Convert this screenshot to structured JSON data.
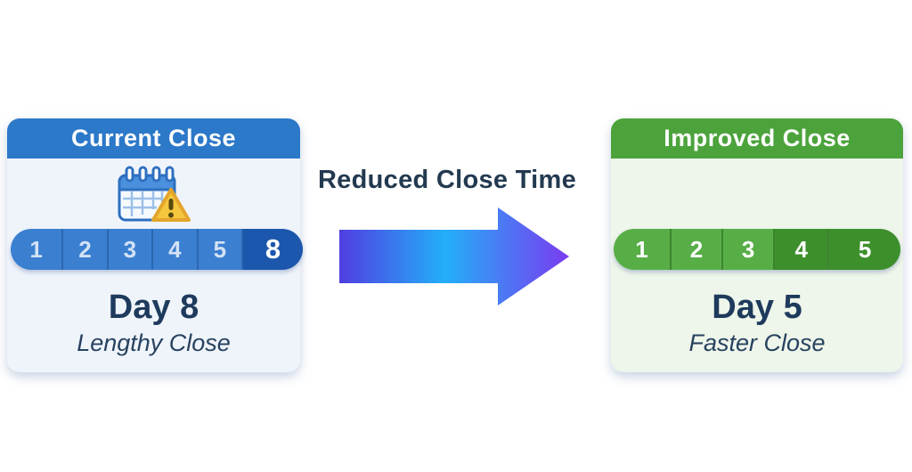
{
  "diagram": {
    "arrow": {
      "label": "Reduced Close Time",
      "gradient": {
        "start": "#503EE1",
        "middle": "#23AFF8",
        "end": "#7A3BF0"
      }
    },
    "left_card": {
      "title": "Current Close",
      "header_color": "#2C78C9",
      "body_color": "#EFF4FB",
      "icon": "calendar-warning-icon",
      "timeline": {
        "divider_color": "#2B67B0",
        "segments": [
          {
            "label": "1",
            "color": "#3B7FD1",
            "text_color": "#D3E2F5",
            "flex": 1.18,
            "emphasis": false
          },
          {
            "label": "2",
            "color": "#3B7FD1",
            "text_color": "#D3E2F5",
            "flex": 1.0,
            "emphasis": false
          },
          {
            "label": "3",
            "color": "#3B7FD1",
            "text_color": "#D3E2F5",
            "flex": 1.0,
            "emphasis": false
          },
          {
            "label": "4",
            "color": "#3B7FD1",
            "text_color": "#D3E2F5",
            "flex": 1.0,
            "emphasis": false
          },
          {
            "label": "5",
            "color": "#3B7FD1",
            "text_color": "#D3E2F5",
            "flex": 1.0,
            "emphasis": false
          },
          {
            "label": "8",
            "color": "#1B57AC",
            "text_color": "#FFFFFF",
            "flex": 1.38,
            "emphasis": true
          }
        ]
      },
      "day_label": "Day 8",
      "subtitle": "Lengthy Close"
    },
    "right_card": {
      "title": "Improved Close",
      "header_color": "#4CA33C",
      "body_color": "#EEF5EA",
      "timeline": {
        "divider_color": "#3D8530",
        "segments": [
          {
            "label": "1",
            "color": "#57AE47",
            "text_color": "#FFFFFF",
            "flex": 1.12,
            "emphasis": false
          },
          {
            "label": "2",
            "color": "#57AE47",
            "text_color": "#FFFFFF",
            "flex": 1.0,
            "emphasis": false
          },
          {
            "label": "3",
            "color": "#57AE47",
            "text_color": "#FFFFFF",
            "flex": 1.0,
            "emphasis": false
          },
          {
            "label": "4",
            "color": "#3D8F2C",
            "text_color": "#FFFFFF",
            "flex": 1.05,
            "emphasis": false
          },
          {
            "label": "5",
            "color": "#3D8F2C",
            "text_color": "#FFFFFF",
            "flex": 1.42,
            "emphasis": false
          }
        ]
      },
      "day_label": "Day 5",
      "subtitle": "Faster Close"
    }
  }
}
